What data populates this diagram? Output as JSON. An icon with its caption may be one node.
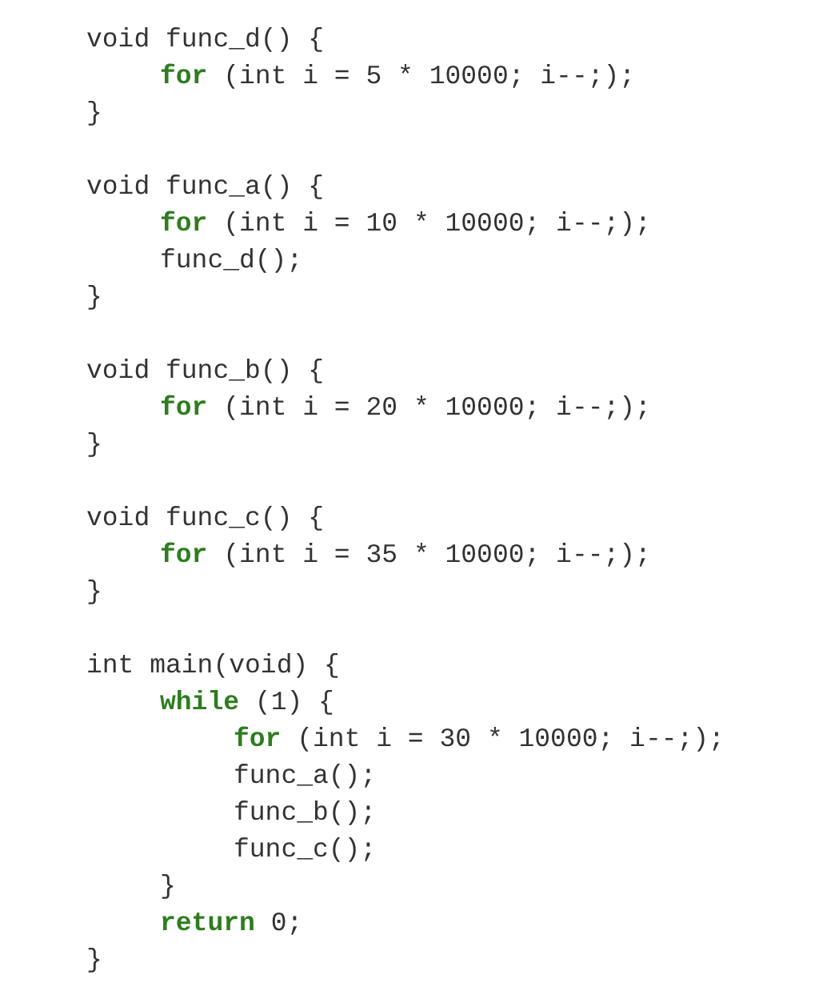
{
  "diagram": {
    "labels": [
      "void func_d() {",
      "**for** (int i = 5 * 10000; i--;);",
      "}",
      "void func_a() {",
      "**for** (int i = 10 * 10000; i--;);",
      "func_d();",
      "}",
      "void func_b() {",
      "**for** (int i = 20 * 10000; i--;);",
      "}",
      "void func_c() {",
      "**for** (int i = 35 * 10000; i--;);",
      "}",
      "int main(void) {",
      "**while** (1) {",
      "**for** (int i = 30 * 10000; i--;);",
      "func_a();",
      "func_b();",
      "func_c();",
      "}",
      "**return** 0;",
      "}"
    ]
  }
}
